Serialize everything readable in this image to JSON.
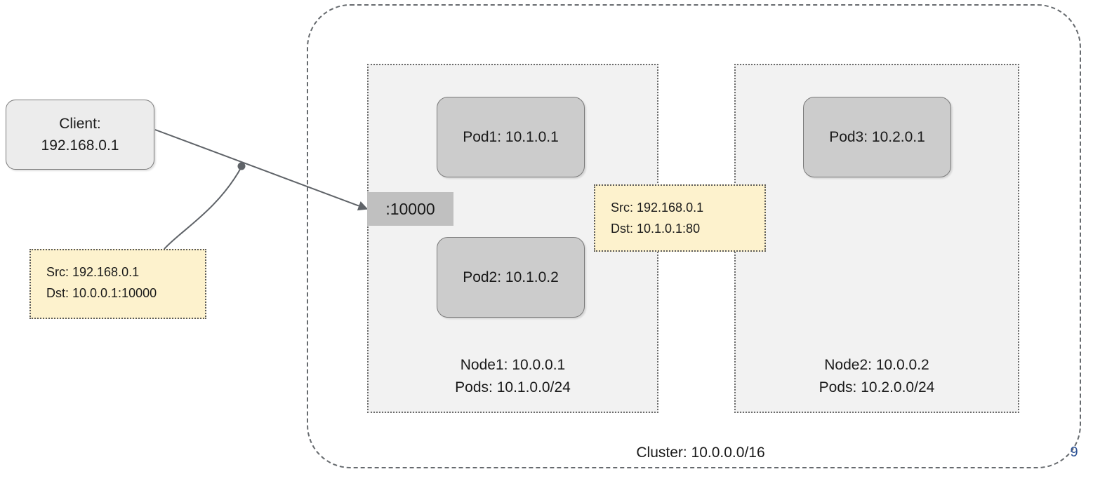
{
  "diagram": {
    "page_number": "9",
    "cluster": {
      "label": "Cluster: 10.0.0.0/16"
    },
    "client": {
      "line1": "Client:",
      "line2": "192.168.0.1"
    },
    "service_port": {
      "label": ":10000"
    },
    "nodes": [
      {
        "name": "Node1: 10.0.0.1",
        "pods_cidr": "Pods: 10.1.0.0/24",
        "pods": [
          {
            "label": "Pod1: 10.1.0.1"
          },
          {
            "label": "Pod2: 10.1.0.2"
          }
        ]
      },
      {
        "name": "Node2: 10.0.0.2",
        "pods_cidr": "Pods: 10.2.0.0/24",
        "pods": [
          {
            "label": "Pod3: 10.2.0.1"
          }
        ]
      }
    ],
    "annotations": [
      {
        "src": "Src: 192.168.0.1",
        "dst": "Dst: 10.0.0.1:10000"
      },
      {
        "src": "Src: 192.168.0.1",
        "dst": "Dst: 10.1.0.1:80"
      }
    ]
  },
  "colors": {
    "pod_fill": "#cccccc",
    "node_fill": "#f2f2f2",
    "annotation_fill": "#fdf2cd",
    "port_fill": "#c0c0c0",
    "stroke": "#666a6e",
    "page_number": "#2f5496"
  }
}
